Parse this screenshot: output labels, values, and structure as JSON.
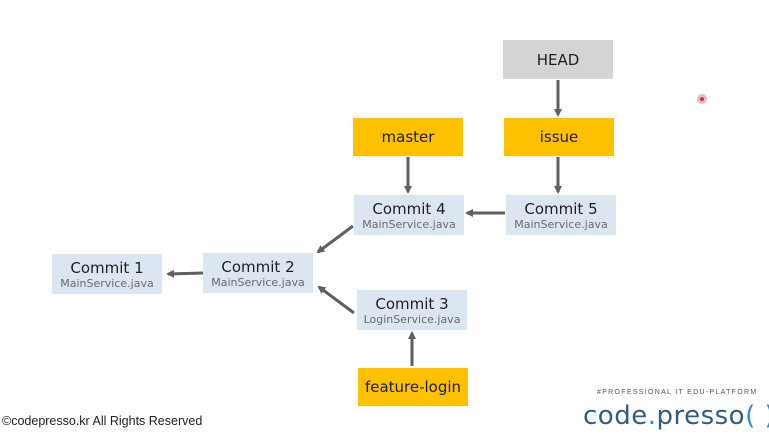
{
  "nodes": {
    "head": "HEAD",
    "master": "master",
    "issue": "issue",
    "feature_login": "feature-login"
  },
  "commits": {
    "c1": {
      "title": "Commit 1",
      "file": "MainService.java"
    },
    "c2": {
      "title": "Commit 2",
      "file": "MainService.java"
    },
    "c3": {
      "title": "Commit 3",
      "file": "LoginService.java"
    },
    "c4": {
      "title": "Commit 4",
      "file": "MainService.java"
    },
    "c5": {
      "title": "Commit 5",
      "file": "MainService.java"
    }
  },
  "footer": {
    "copyright": "©codepresso.kr All Rights Reserved",
    "tagline": "#PROFESSIONAL IT EDU-PLATFORM",
    "logo_code": "code",
    "logo_dot": ".",
    "logo_presso": "presso",
    "logo_parens": "( )"
  },
  "colors": {
    "commit_bg": "#dce6f3",
    "ref_bg": "#ffc000",
    "head_bg": "#d4d4d4",
    "arrow": "#5f5f5f",
    "logo": "#2f5d86"
  }
}
